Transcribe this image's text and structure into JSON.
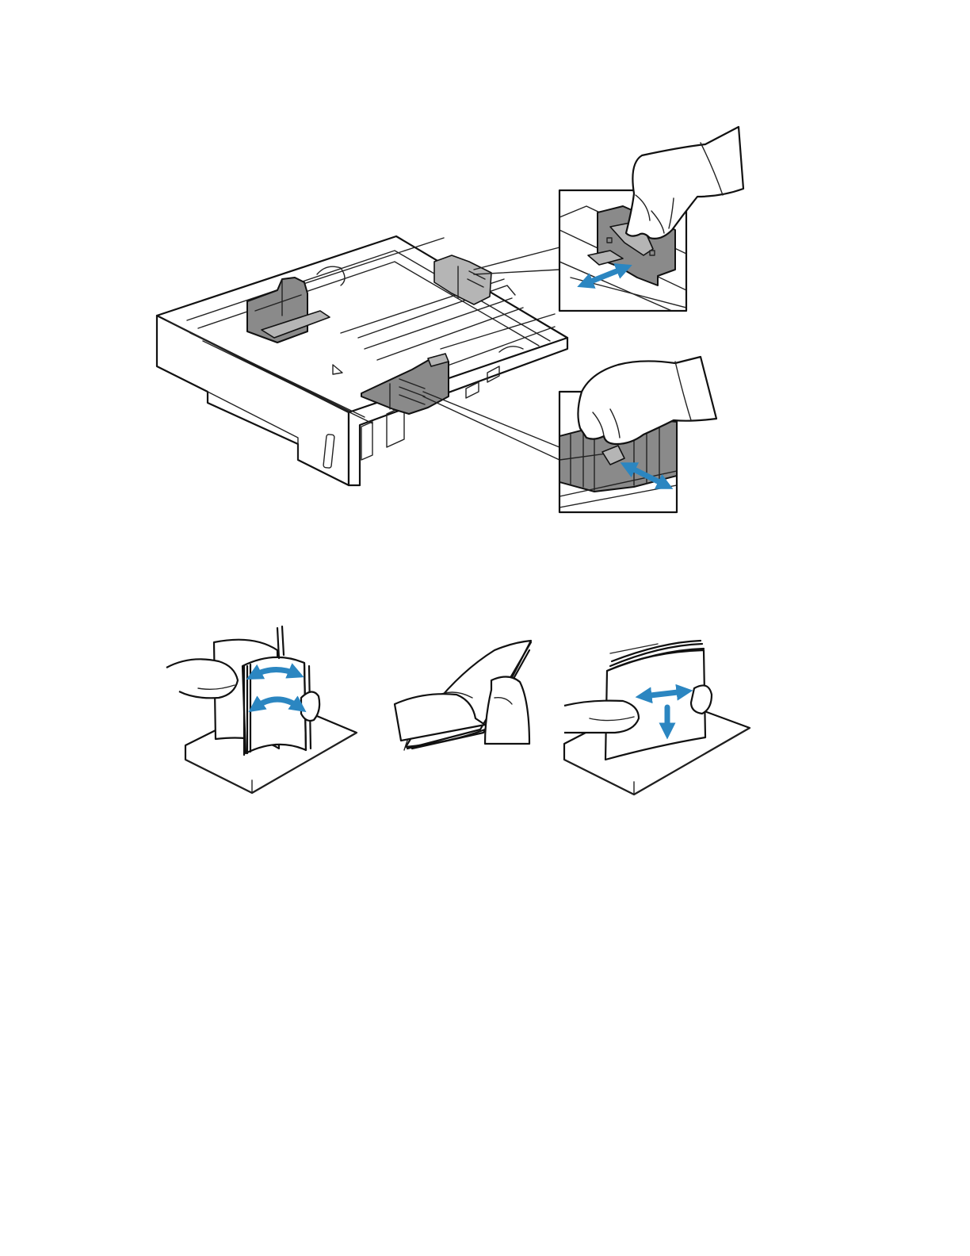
{
  "figures": {
    "tray_guides": {
      "icon": "paper-tray-guides-illustration",
      "callouts": [
        "rear-length-guide-adjust",
        "side-width-guide-adjust"
      ]
    },
    "paper_prep": {
      "steps": [
        "flex-paper-stack",
        "fan-paper-stack",
        "align-paper-edges"
      ]
    }
  },
  "colors": {
    "arrow": "#2b86c1",
    "guide_gray": "#8a8a8a",
    "line": "#111111"
  }
}
